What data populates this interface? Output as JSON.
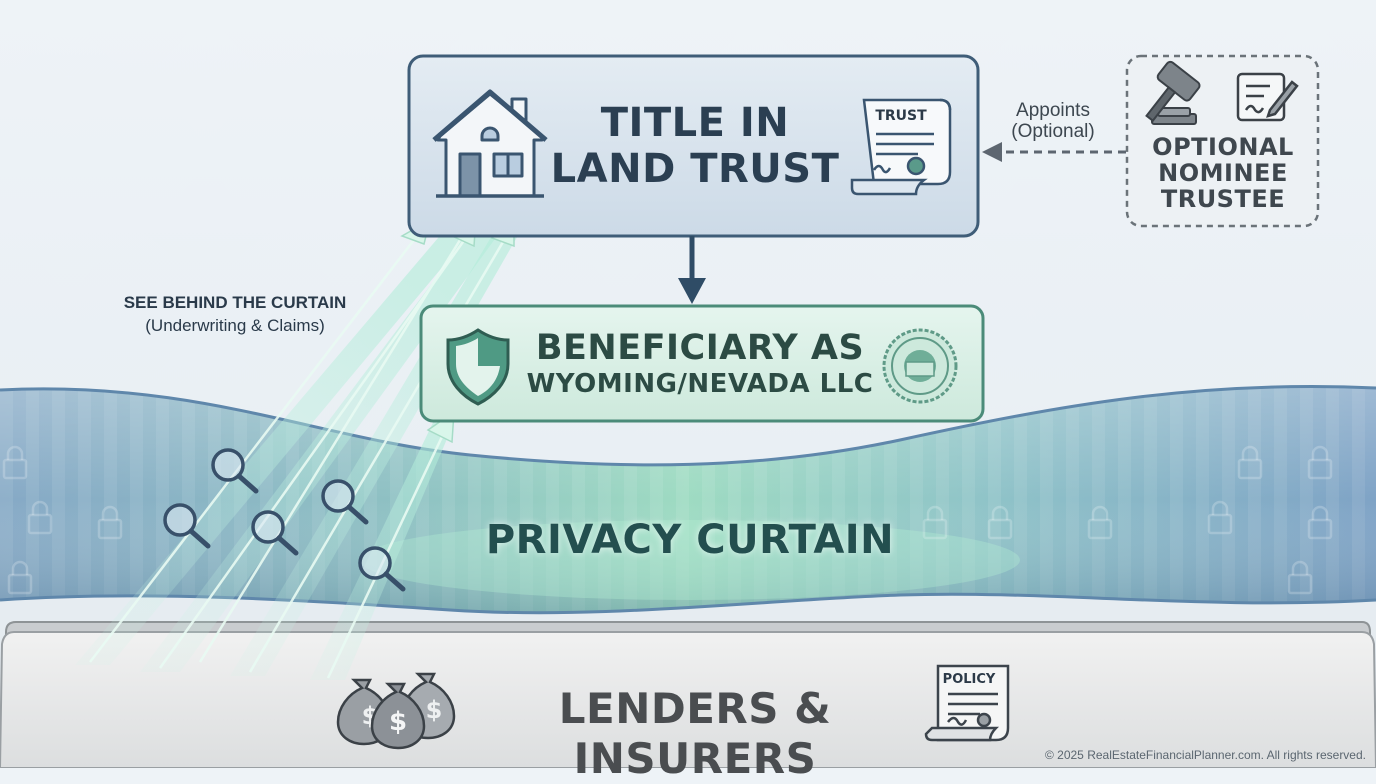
{
  "title_box": {
    "line1": "TITLE IN",
    "line2": "LAND TRUST",
    "doc_label": "TRUST"
  },
  "beneficiary_box": {
    "line1": "BENEFICIARY AS",
    "line2": "WYOMING/NEVADA LLC"
  },
  "nominee_box": {
    "line1": "OPTIONAL",
    "line2": "NOMINEE",
    "line3": "TRUSTEE"
  },
  "appoints_label": {
    "line1": "Appoints",
    "line2": "(Optional)"
  },
  "curtain": {
    "label": "PRIVACY CURTAIN"
  },
  "see_behind": {
    "line1": "SEE BEHIND THE CURTAIN",
    "line2": "(Underwriting & Claims)"
  },
  "lenders_box": {
    "label": "LENDERS & INSURERS",
    "doc_label": "POLICY"
  },
  "footer": {
    "copyright": "© 2025 RealEstateFinancialPlanner.com. All rights reserved."
  },
  "icons": [
    "house-icon",
    "trust-document-icon",
    "gavel-icon",
    "signed-contract-icon",
    "shield-icon",
    "corporate-seal-icon",
    "padlock-icon",
    "magnifier-icon",
    "money-bags-icon",
    "policy-document-icon"
  ],
  "colors": {
    "title_box_fill": "#d6e2ed",
    "title_box_border": "#3f5d78",
    "beneficiary_box_fill": "#d7eee3",
    "beneficiary_box_border": "#4b8b79",
    "curtain": "#7fa9c8",
    "curtain_glow": "#7fd6b3",
    "lenders_box_fill": "#e4e5e6",
    "arrow": "#2f4c66",
    "beam": "#a9ead6"
  }
}
